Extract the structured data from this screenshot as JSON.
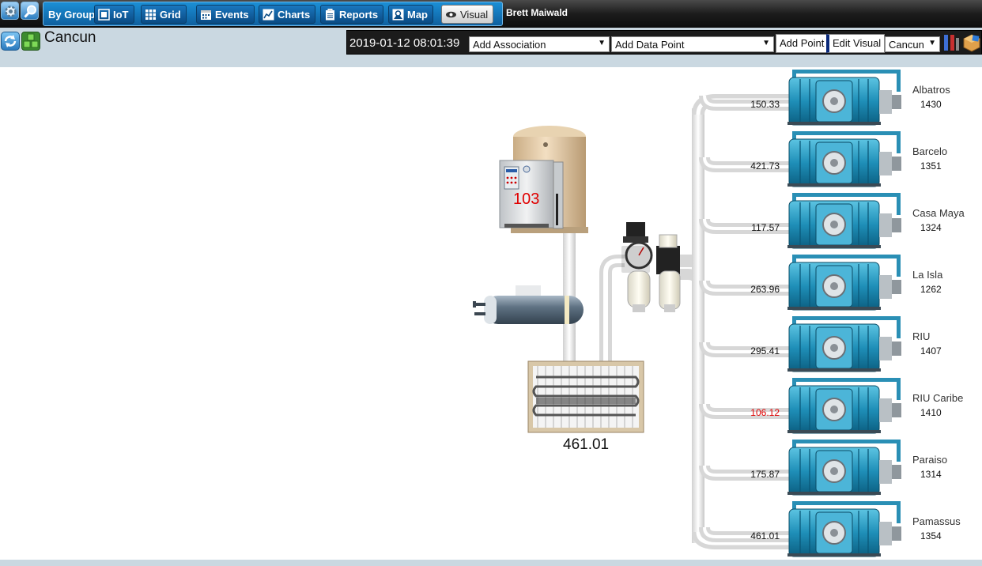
{
  "toolbar": {
    "by_group_label": "By Group:",
    "buttons": [
      {
        "label": "IoT"
      },
      {
        "label": "Grid"
      },
      {
        "label": "Events"
      },
      {
        "label": "Charts"
      },
      {
        "label": "Reports"
      },
      {
        "label": "Map"
      },
      {
        "label": "Visual"
      }
    ],
    "active": "Visual",
    "user_name": "Brett Maiwald"
  },
  "header": {
    "site_title": "Cancun",
    "datetime": "2019-01-12 08:01:39",
    "association_select": "Add Association",
    "datapoint_select": "Add Data Point",
    "add_point_label": "Add Point",
    "edit_visual_label": "Edit Visual",
    "site_select": "Cancun"
  },
  "visual": {
    "heater_reading": "103",
    "heater_reading_color": "#e00000",
    "exchanger_reading": "461.01",
    "pools": [
      {
        "name": "Albatros",
        "id": "1430",
        "value": "150.33",
        "alert": false
      },
      {
        "name": "Barcelo",
        "id": "1351",
        "value": "421.73",
        "alert": false
      },
      {
        "name": "Casa Maya",
        "id": "1324",
        "value": "117.57",
        "alert": false
      },
      {
        "name": "La Isla",
        "id": "1262",
        "value": "263.96",
        "alert": false
      },
      {
        "name": "RIU",
        "id": "1407",
        "value": "295.41",
        "alert": false
      },
      {
        "name": "RIU Caribe",
        "id": "1410",
        "value": "106.12",
        "alert": true
      },
      {
        "name": "Paraiso",
        "id": "1314",
        "value": "175.87",
        "alert": false
      },
      {
        "name": "Pamassus",
        "id": "1354",
        "value": "461.01",
        "alert": false
      }
    ]
  },
  "colors": {
    "alert": "#e00000",
    "normal": "#111111",
    "pump": "#2aa1c6"
  }
}
